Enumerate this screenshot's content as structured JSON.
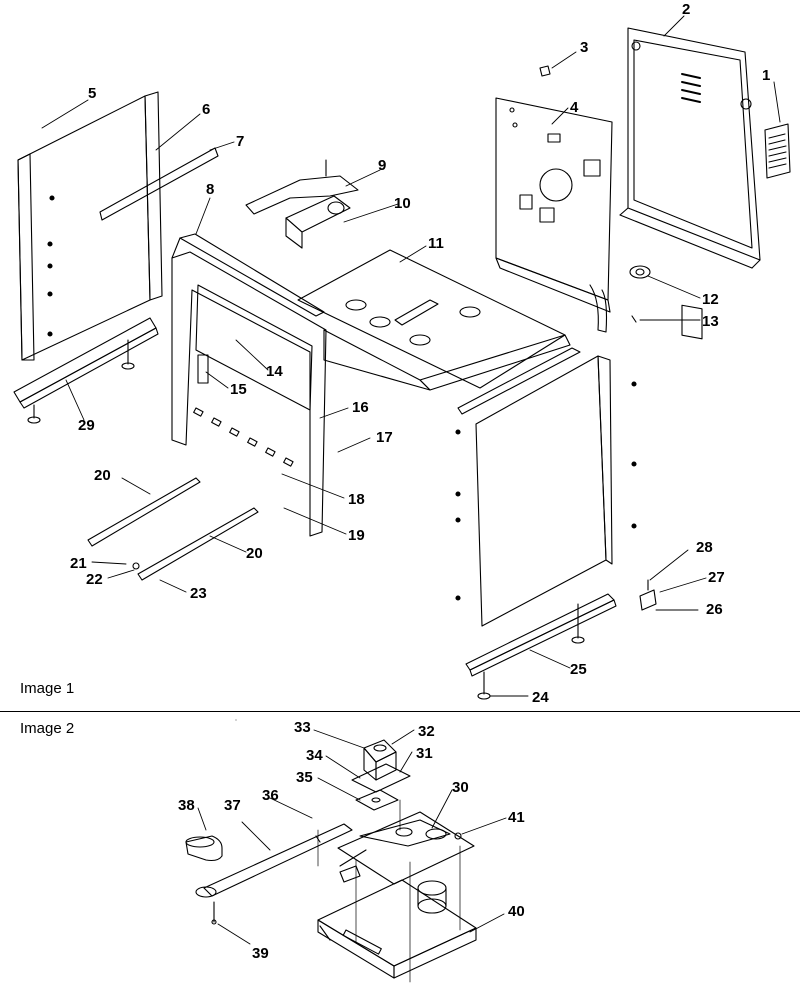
{
  "panels": [
    {
      "label": "Image 1"
    },
    {
      "label": "Image 2"
    }
  ],
  "image1_callouts": [
    "1",
    "2",
    "3",
    "4",
    "5",
    "6",
    "7",
    "8",
    "9",
    "10",
    "11",
    "12",
    "13",
    "14",
    "15",
    "16",
    "17",
    "18",
    "19",
    "20",
    "20",
    "21",
    "22",
    "23",
    "24",
    "25",
    "26",
    "27",
    "28",
    "29"
  ],
  "image2_callouts": [
    "30",
    "31",
    "32",
    "33",
    "34",
    "35",
    "36",
    "37",
    "38",
    "39",
    "40",
    "41"
  ]
}
